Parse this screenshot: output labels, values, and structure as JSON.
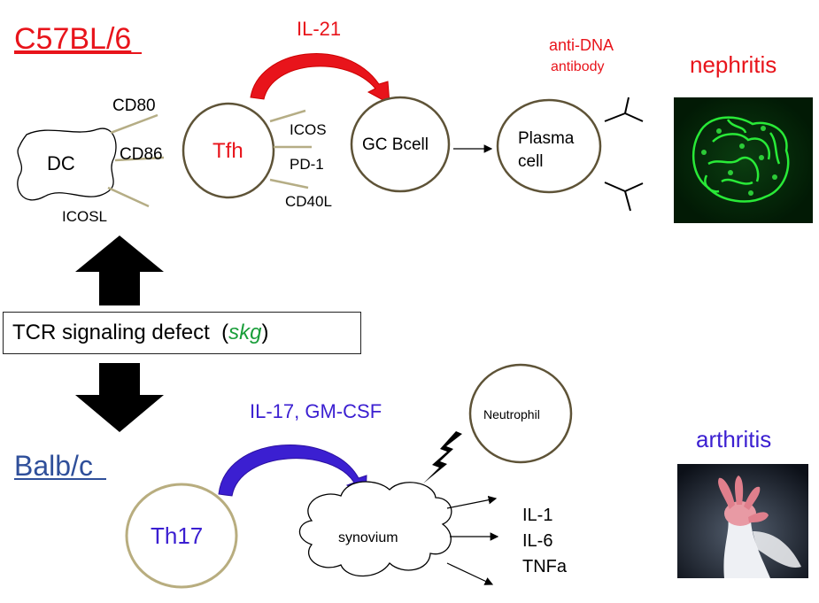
{
  "strains": {
    "top": "C57BL/6",
    "bottom": "Balb/c"
  },
  "cells": {
    "dc": "DC",
    "tfh": "Tfh",
    "gc_bcell": "GC Bcell",
    "plasma_line1": "Plasma",
    "plasma_line2": "cell",
    "th17": "Th17",
    "neutrophil": "Neutrophil",
    "synovium": "synovium"
  },
  "molecules": {
    "cd80": "CD80",
    "cd86": "CD86",
    "icosl": "ICOSL",
    "icos": "ICOS",
    "pd1": "PD-1",
    "cd40l": "CD40L"
  },
  "cytokines": {
    "il21": "IL-21",
    "il17": "IL-17, GM-CSF",
    "il1": "IL-1",
    "il6": "IL-6",
    "tnfa": "TNFa"
  },
  "antibody": {
    "line1": "anti-DNA",
    "line2": "antibody"
  },
  "outcomes": {
    "nephritis": "nephritis",
    "arthritis": "arthritis"
  },
  "defect": {
    "text": "TCR signaling defect  (",
    "skg": "skg",
    "close": ")"
  },
  "colors": {
    "red": "#e8141b",
    "purple": "#3b1fd1",
    "blue_link": "#2f4f9a",
    "skg_green": "#1a9e3a",
    "circle_border": "#5e5337",
    "th17_border": "#b8ad7f",
    "ligand_line": "#b5ad85"
  },
  "icons": {
    "up_arrow": "block-arrow-up",
    "down_arrow": "block-arrow-down",
    "lightning": "lightning-bolt",
    "antibody": "y-shaped-antibody"
  }
}
